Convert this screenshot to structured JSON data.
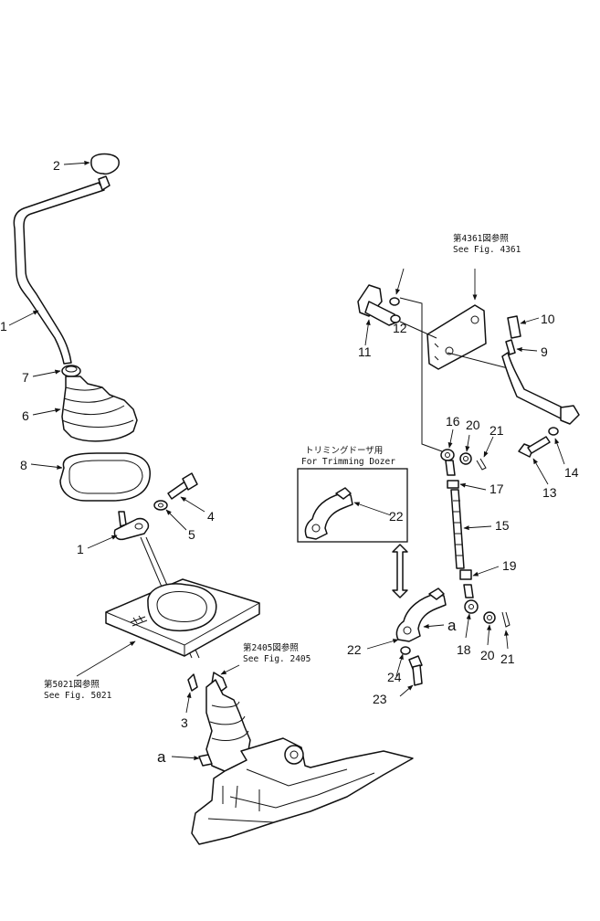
{
  "diagram": {
    "callouts": {
      "c1a": "1",
      "c1b": "1",
      "c2": "2",
      "c3": "3",
      "c4": "4",
      "c5": "5",
      "c6": "6",
      "c7": "7",
      "c8": "8",
      "c9": "9",
      "c10": "10",
      "c11": "11",
      "c12": "12",
      "c13": "13",
      "c14": "14",
      "c15": "15",
      "c16": "16",
      "c17": "17",
      "c18": "18",
      "c19": "19",
      "c20a": "20",
      "c20b": "20",
      "c21a": "21",
      "c21b": "21",
      "c22a": "22",
      "c22b": "22",
      "c23": "23",
      "c24": "24"
    },
    "point_a_left": "a",
    "point_a_right": "a",
    "refs": {
      "fig4361_jp": "第4361図参照",
      "fig4361_en": "See Fig. 4361",
      "fig5021_jp": "第5021図参照",
      "fig5021_en": "See Fig. 5021",
      "fig2405_jp": "第2405図参照",
      "fig2405_en": "See Fig. 2405"
    },
    "inset": {
      "title_jp": "トリミングドーザ用",
      "title_en": "For Trimming Dozer"
    }
  }
}
